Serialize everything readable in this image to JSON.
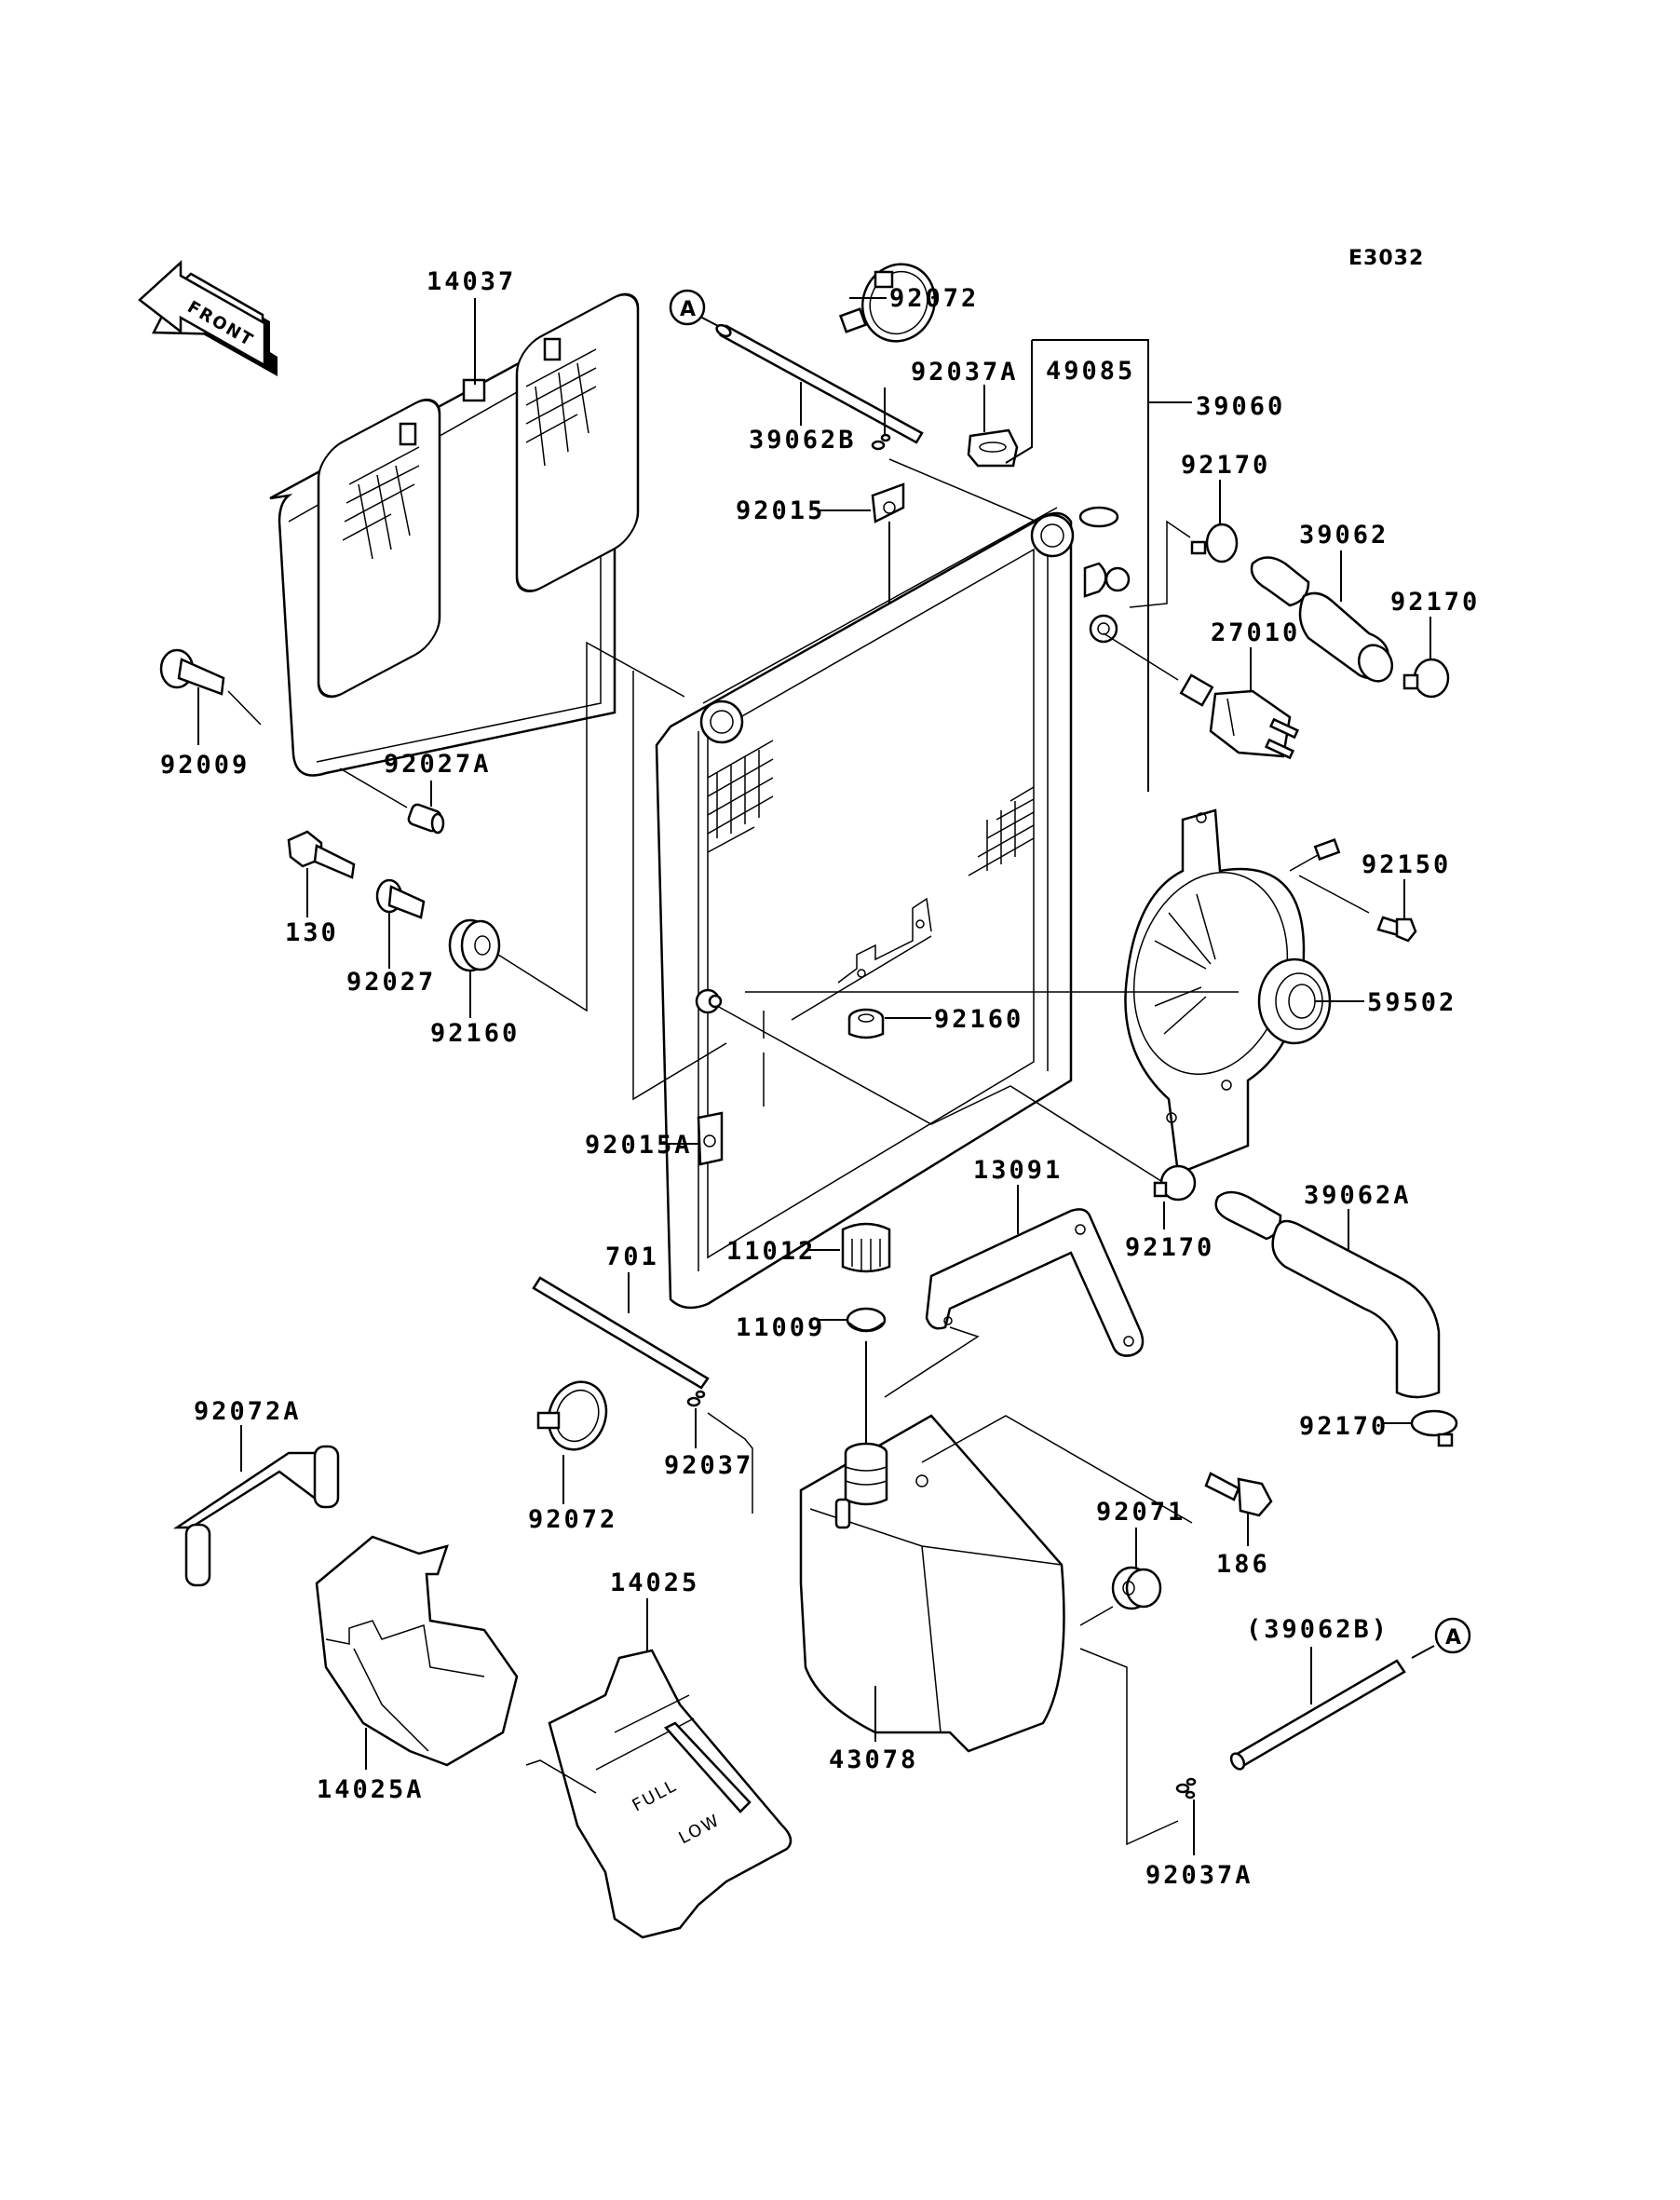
{
  "diagram": {
    "code": "E3032",
    "front_label": "FRONT",
    "reference_marker": "A",
    "tank_markings": {
      "full": "FULL",
      "low": "LOW"
    },
    "callouts": [
      {
        "id": "14037",
        "label": "14037"
      },
      {
        "id": "92072-top",
        "label": "92072"
      },
      {
        "id": "39062B",
        "label": "39062B"
      },
      {
        "id": "92037A-top",
        "label": "92037A"
      },
      {
        "id": "49085",
        "label": "49085"
      },
      {
        "id": "39060",
        "label": "39060"
      },
      {
        "id": "92015",
        "label": "92015"
      },
      {
        "id": "92170-a",
        "label": "92170"
      },
      {
        "id": "39062",
        "label": "39062"
      },
      {
        "id": "92170-b",
        "label": "92170"
      },
      {
        "id": "27010",
        "label": "27010"
      },
      {
        "id": "92009",
        "label": "92009"
      },
      {
        "id": "92027A",
        "label": "92027A"
      },
      {
        "id": "130",
        "label": "130"
      },
      {
        "id": "92027",
        "label": "92027"
      },
      {
        "id": "92160-left",
        "label": "92160"
      },
      {
        "id": "92150",
        "label": "92150"
      },
      {
        "id": "59502",
        "label": "59502"
      },
      {
        "id": "92160-mid",
        "label": "92160"
      },
      {
        "id": "92015A",
        "label": "92015A"
      },
      {
        "id": "13091",
        "label": "13091"
      },
      {
        "id": "11012",
        "label": "11012"
      },
      {
        "id": "92170-c",
        "label": "92170"
      },
      {
        "id": "39062A",
        "label": "39062A"
      },
      {
        "id": "701",
        "label": "701"
      },
      {
        "id": "11009",
        "label": "11009"
      },
      {
        "id": "92072A",
        "label": "92072A"
      },
      {
        "id": "92037",
        "label": "92037"
      },
      {
        "id": "92072-bottom",
        "label": "92072"
      },
      {
        "id": "92170-d",
        "label": "92170"
      },
      {
        "id": "92071",
        "label": "92071"
      },
      {
        "id": "186",
        "label": "186"
      },
      {
        "id": "14025",
        "label": "14025"
      },
      {
        "id": "14025A",
        "label": "14025A"
      },
      {
        "id": "43078",
        "label": "43078"
      },
      {
        "id": "39062B-ref",
        "label": "(39062B)"
      },
      {
        "id": "92037A-bottom",
        "label": "92037A"
      }
    ]
  }
}
